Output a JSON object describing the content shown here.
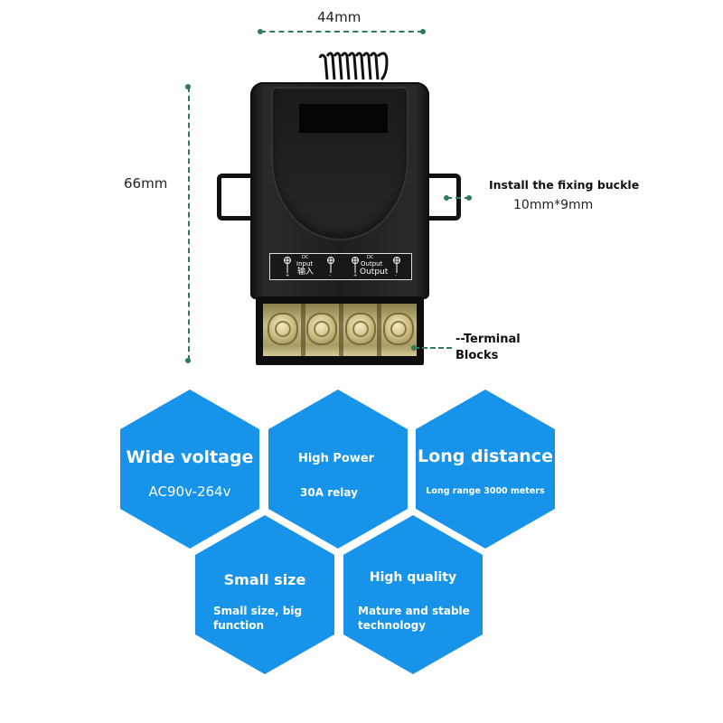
{
  "dimensions": {
    "width_label": "44mm",
    "height_label": "66mm"
  },
  "callouts": {
    "buckle_title": "Install the fixing buckle",
    "buckle_size": "10mm*9mm",
    "terminal_line1": "--Terminal",
    "terminal_line2": "Blocks"
  },
  "device_plate": {
    "input_dc": "DC",
    "input_label": "Input",
    "input_cn": "输入",
    "output_dc": "DC",
    "output_label_small": "Output",
    "output_label": "Output",
    "polarity": [
      "+",
      "-",
      "+",
      "-"
    ]
  },
  "features": [
    {
      "title": "Wide voltage",
      "subtitle": "AC90v-264v"
    },
    {
      "title": "High Power",
      "subtitle": "30A relay"
    },
    {
      "title": "Long distance",
      "subtitle": "Long range 3000 meters"
    },
    {
      "title": "Small size",
      "subtitle_lines": [
        "Small size, big",
        "function"
      ]
    },
    {
      "title": "High quality",
      "subtitle_lines": [
        "Mature and stable",
        "technology"
      ]
    }
  ],
  "colors": {
    "hex_blue": "#1893ea",
    "dimension_green": "#2e7a5a",
    "device_black": "#1e1e1e",
    "terminal_brass": "#c9bd86"
  }
}
